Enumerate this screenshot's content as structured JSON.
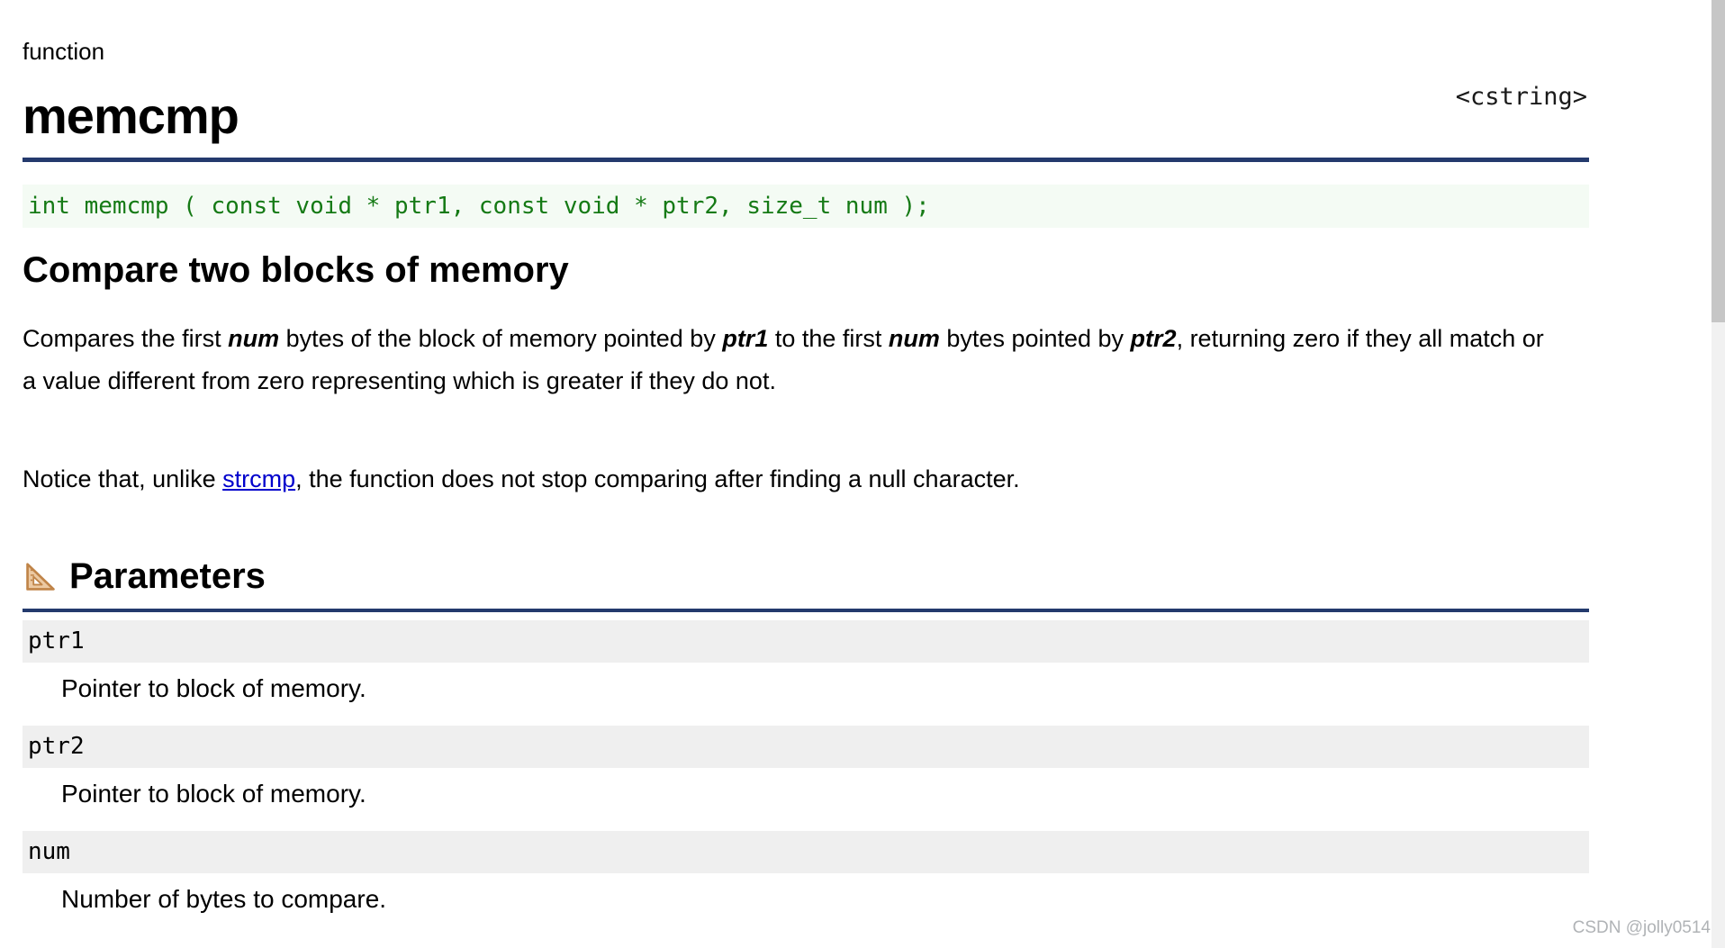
{
  "header": {
    "kicker": "function",
    "title": "memcmp",
    "library": "<cstring>"
  },
  "prototype": {
    "code": "int memcmp ( const void * ptr1, const void * ptr2, size_t num );"
  },
  "summary": {
    "heading": "Compare two blocks of memory",
    "description_segments": [
      {
        "text": "Compares the first "
      },
      {
        "text": "num",
        "bold": true
      },
      {
        "text": " bytes of the block of memory pointed by "
      },
      {
        "text": "ptr1",
        "bold": true
      },
      {
        "text": " to the first "
      },
      {
        "text": "num",
        "bold": true
      },
      {
        "text": " bytes pointed by "
      },
      {
        "text": "ptr2",
        "bold": true
      },
      {
        "text": ", returning zero if they all match or a value different from zero representing which is greater if they do not."
      }
    ],
    "notice_segments": [
      {
        "text": "Notice that, unlike "
      },
      {
        "text": "strcmp",
        "link": true,
        "name": "strcmp-link"
      },
      {
        "text": ", the function does not stop comparing after finding a null character."
      }
    ]
  },
  "parameters": {
    "heading": "Parameters",
    "icon": "triangular-ruler-icon",
    "items": [
      {
        "name": "ptr1",
        "description": "Pointer to block of memory."
      },
      {
        "name": "ptr2",
        "description": "Pointer to block of memory."
      },
      {
        "name": "num",
        "description": "Number of bytes to compare."
      }
    ]
  },
  "watermark": "CSDN @jolly0514",
  "scrollbar": {
    "thumb_top": 0,
    "thumb_height": 358
  },
  "colors": {
    "accent": "#243a6d",
    "code-green": "#157a15",
    "code-bg": "#f4fbf4",
    "param-bg": "#efefef",
    "link-blue": "#0000cc",
    "watermark-gray": "#b0b3b6",
    "scroll-thumb": "#c6c6c6",
    "scroll-track": "#f1f1f1"
  }
}
